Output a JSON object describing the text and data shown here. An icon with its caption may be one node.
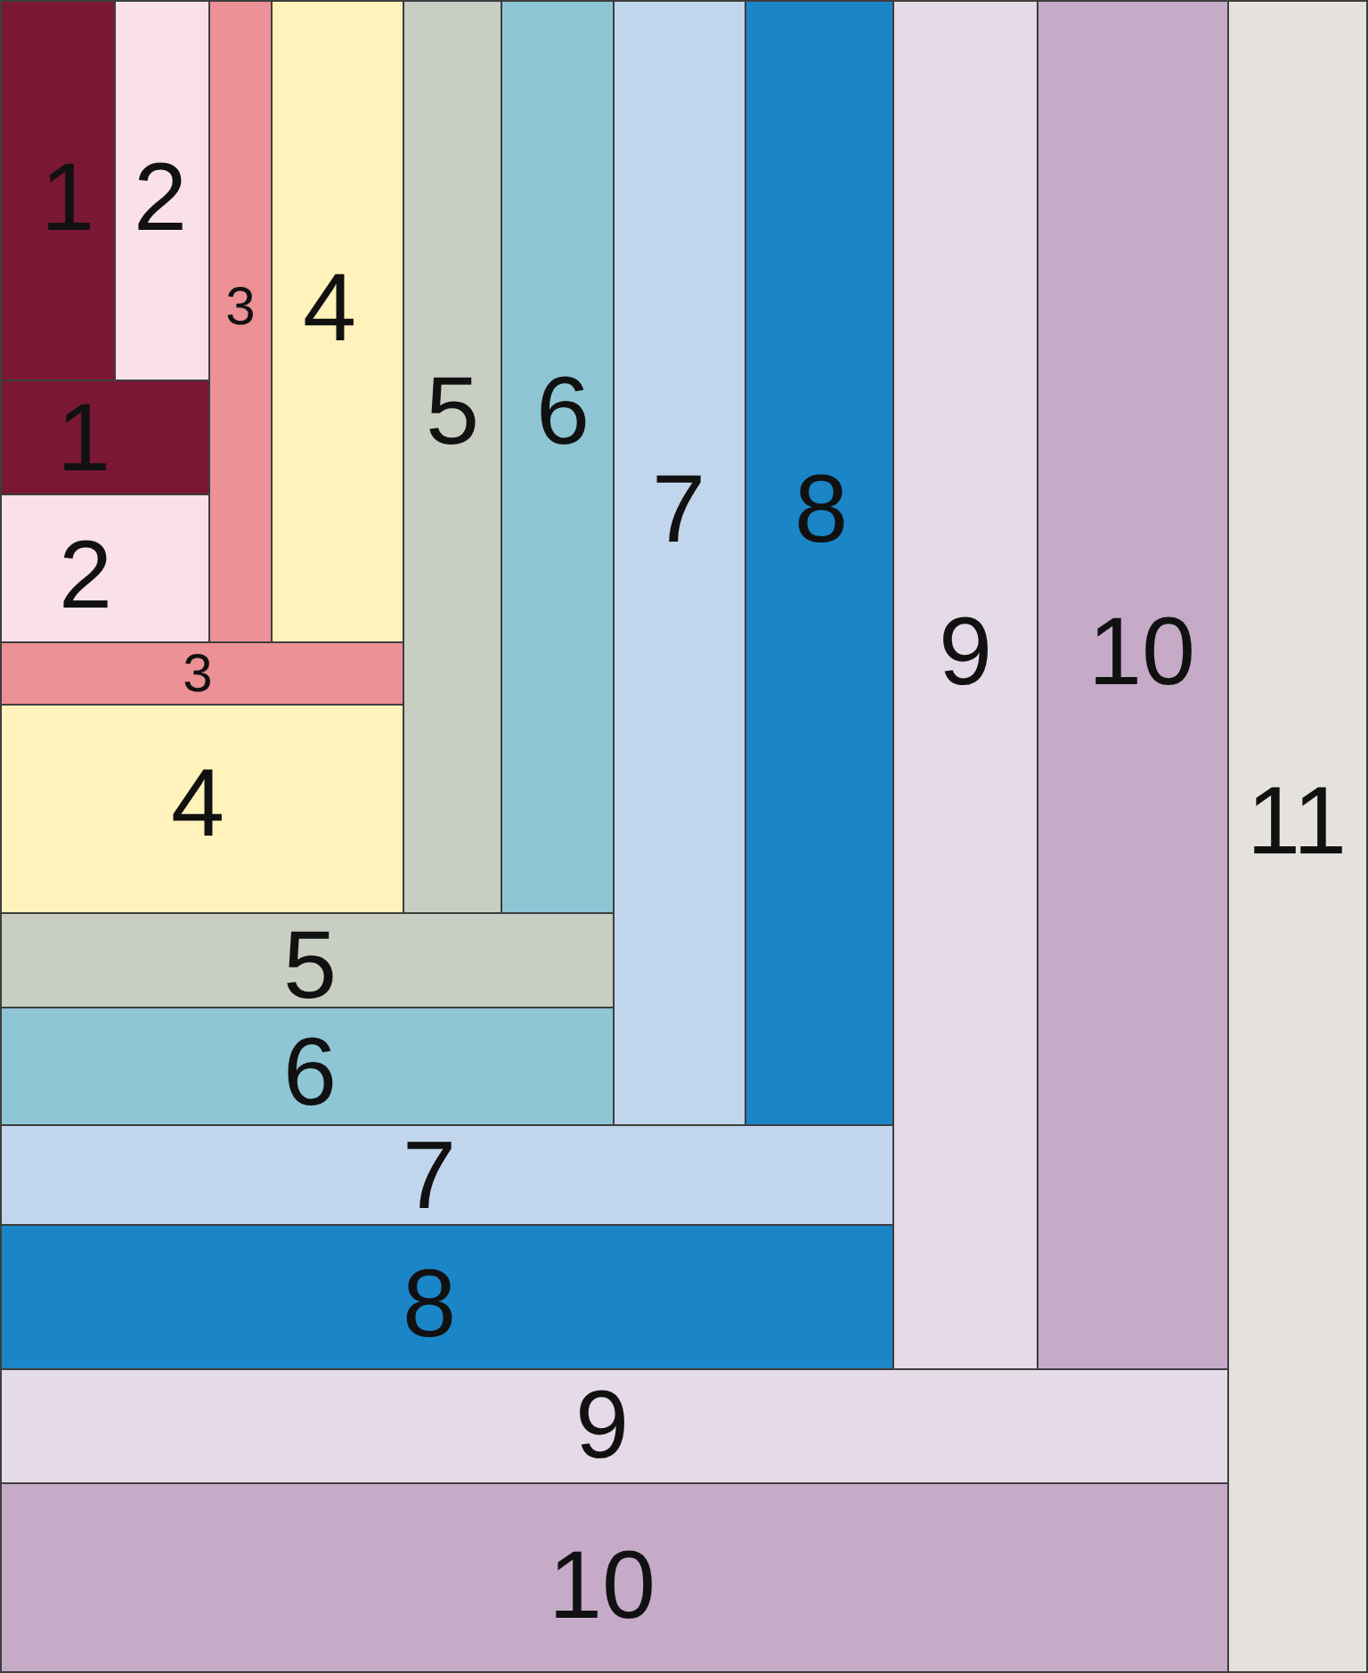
{
  "diagram": {
    "nodes": [
      {
        "text": [
          "1"
        ]
      },
      {
        "text": [
          "2"
        ]
      },
      {
        "text": [
          "3"
        ]
      },
      {
        "text": [
          "4"
        ]
      },
      {
        "text": [
          "5"
        ]
      },
      {
        "text": [
          "6"
        ]
      },
      {
        "text": [
          "7"
        ]
      },
      {
        "text": [
          "8"
        ]
      },
      {
        "text": [
          "9"
        ]
      },
      {
        "text": [
          "10"
        ]
      },
      {
        "text": [
          "11"
        ]
      },
      {
        "text": [
          "1"
        ]
      },
      {
        "text": [
          "2"
        ]
      },
      {
        "text": [
          "3"
        ]
      },
      {
        "text": [
          "4"
        ]
      },
      {
        "text": [
          "5"
        ]
      },
      {
        "text": [
          "6"
        ]
      },
      {
        "text": [
          "7"
        ]
      },
      {
        "text": [
          "8"
        ]
      },
      {
        "text": [
          "9"
        ]
      },
      {
        "text": [
          "10"
        ]
      }
    ]
  }
}
